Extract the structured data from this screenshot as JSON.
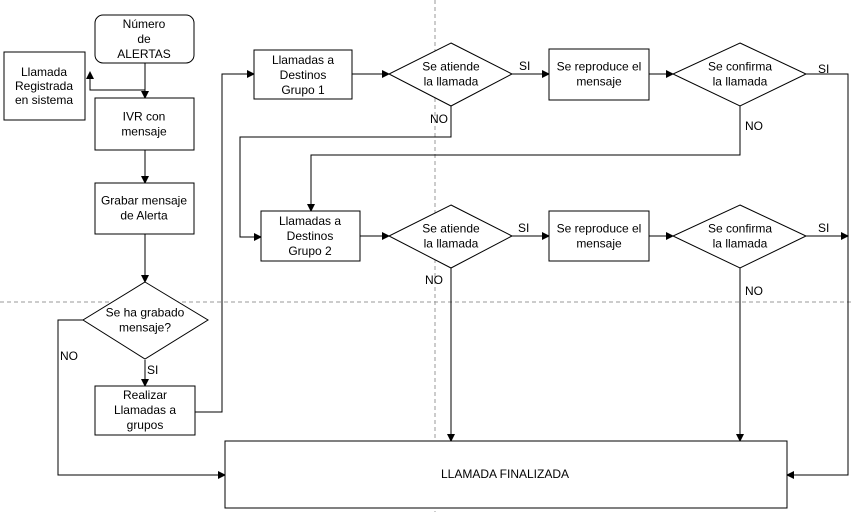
{
  "nodes": {
    "numero_alertas": [
      "Número",
      "de",
      "ALERTAS"
    ],
    "llamada_registrada": [
      "Llamada",
      "Registrada",
      "en sistema"
    ],
    "ivr": [
      "IVR con",
      "mensaje"
    ],
    "grabar": [
      "Grabar mensaje",
      "de Alerta"
    ],
    "se_ha_grabado": [
      "Se ha grabado",
      "mensaje?"
    ],
    "realizar": [
      "Realizar",
      "Llamadas a",
      "grupos"
    ],
    "grupo1": [
      "Llamadas a",
      "Destinos",
      "Grupo 1"
    ],
    "atiende1": [
      "Se atiende",
      "la llamada"
    ],
    "reproduce1": [
      "Se reproduce el",
      "mensaje"
    ],
    "confirma1": [
      "Se confirma",
      "la llamada"
    ],
    "grupo2": [
      "Llamadas a",
      "Destinos",
      "Grupo 2"
    ],
    "atiende2": [
      "Se atiende",
      "la llamada"
    ],
    "reproduce2": [
      "Se reproduce el",
      "mensaje"
    ],
    "confirma2": [
      "Se confirma",
      "la llamada"
    ],
    "finalizada": [
      "LLAMADA FINALIZADA"
    ]
  },
  "edge_labels": {
    "si_atiende1": "SI",
    "no_atiende1": "NO",
    "si_confirma1": "SI",
    "no_confirma1": "NO",
    "si_atiende2": "SI",
    "no_atiende2": "NO",
    "si_confirma2": "SI",
    "no_confirma2": "NO",
    "si_grabado": "SI",
    "no_grabado": "NO"
  }
}
